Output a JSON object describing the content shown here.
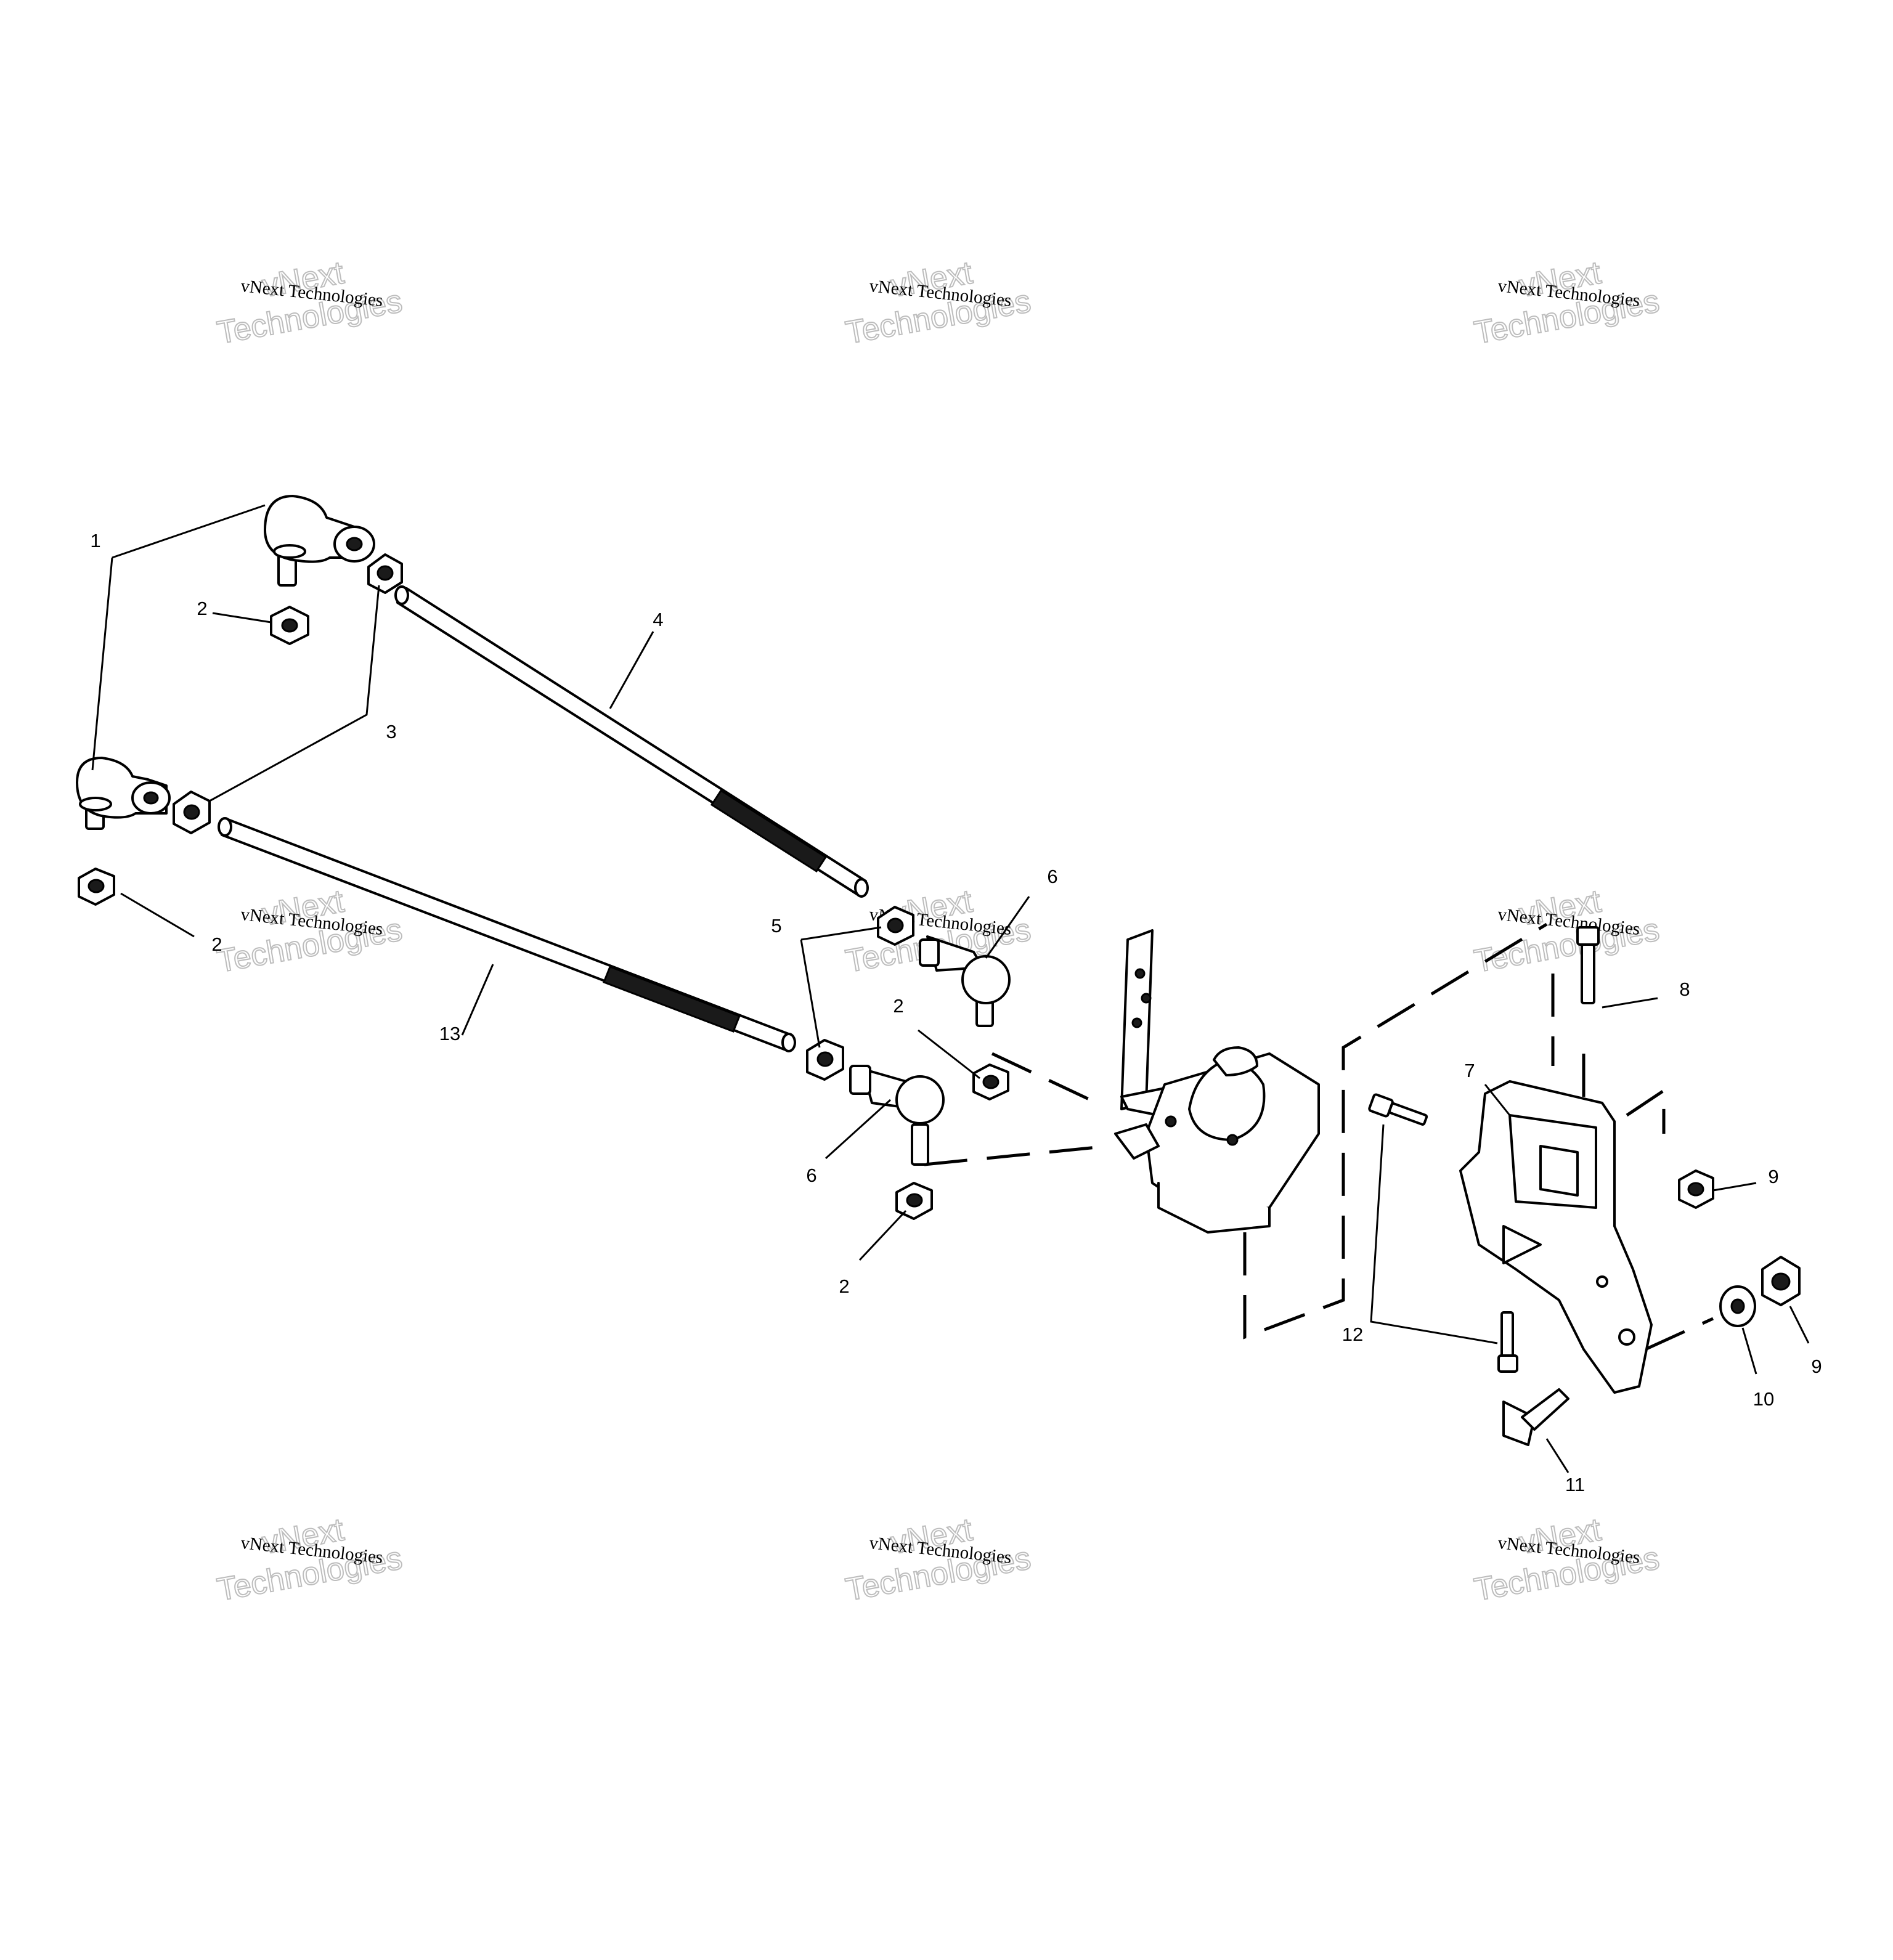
{
  "watermark": {
    "line_small": "vNext Technologies",
    "line_big_1": "vNext",
    "line_big_2": "Technologies"
  },
  "callouts": {
    "c1": "1",
    "c2a": "2",
    "c2b": "2",
    "c2c": "2",
    "c2d": "2",
    "c3": "3",
    "c4": "4",
    "c5": "5",
    "c6a": "6",
    "c6b": "6",
    "c7": "7",
    "c8": "8",
    "c9a": "9",
    "c9b": "9",
    "c10": "10",
    "c11": "11",
    "c12": "12",
    "c13": "13"
  },
  "colors": {
    "line": "#000000",
    "background": "#ffffff",
    "watermark_outline": "#bdbdbd"
  }
}
